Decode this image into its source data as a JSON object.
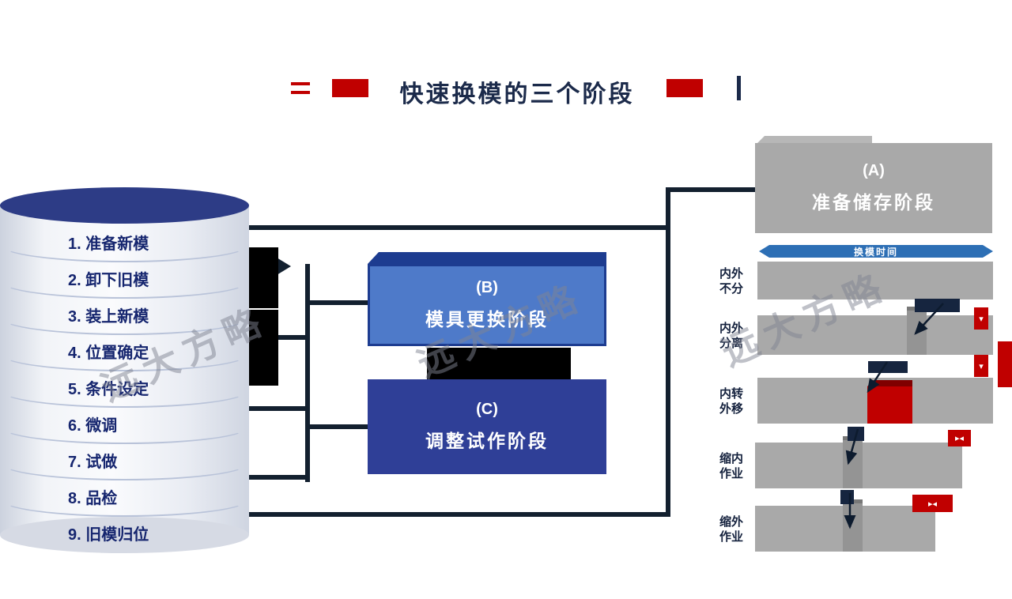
{
  "title": {
    "text": "快速换模的三个阶段"
  },
  "watermark": {
    "text": "远大方略"
  },
  "process_list": {
    "items": [
      "1. 准备新模",
      "2. 卸下旧模",
      "3. 装上新模",
      "4. 位置确定",
      "5. 条件设定",
      "6. 微调",
      "7. 试做",
      "8. 品检",
      "9. 旧模归位"
    ]
  },
  "stages": {
    "a": {
      "code": "(A)",
      "name": "准备储存阶段"
    },
    "b": {
      "code": "(B)",
      "name": "模具更换阶段"
    },
    "c": {
      "code": "(C)",
      "name": "调整试作阶段"
    }
  },
  "timeline": {
    "axis_label": "换模时间",
    "rows": [
      {
        "line1": "内外",
        "line2": "不分"
      },
      {
        "line1": "内外",
        "line2": "分离"
      },
      {
        "line1": "内转",
        "line2": "外移"
      },
      {
        "line1": "缩内",
        "line2": "作业"
      },
      {
        "line1": "缩外",
        "line2": "作业"
      }
    ]
  },
  "icons": {
    "down_arrow": "▾",
    "compress": "▸◂"
  },
  "colors": {
    "accent_red": "#c00000",
    "navy": "#16253f",
    "stage_a_gray": "#a9a9a9",
    "stage_b_blue": "#4e7ac9",
    "stage_c_blue": "#2f3f97",
    "cylinder_top_blue": "#2d3c86",
    "time_axis_blue": "#2d6fb5"
  }
}
